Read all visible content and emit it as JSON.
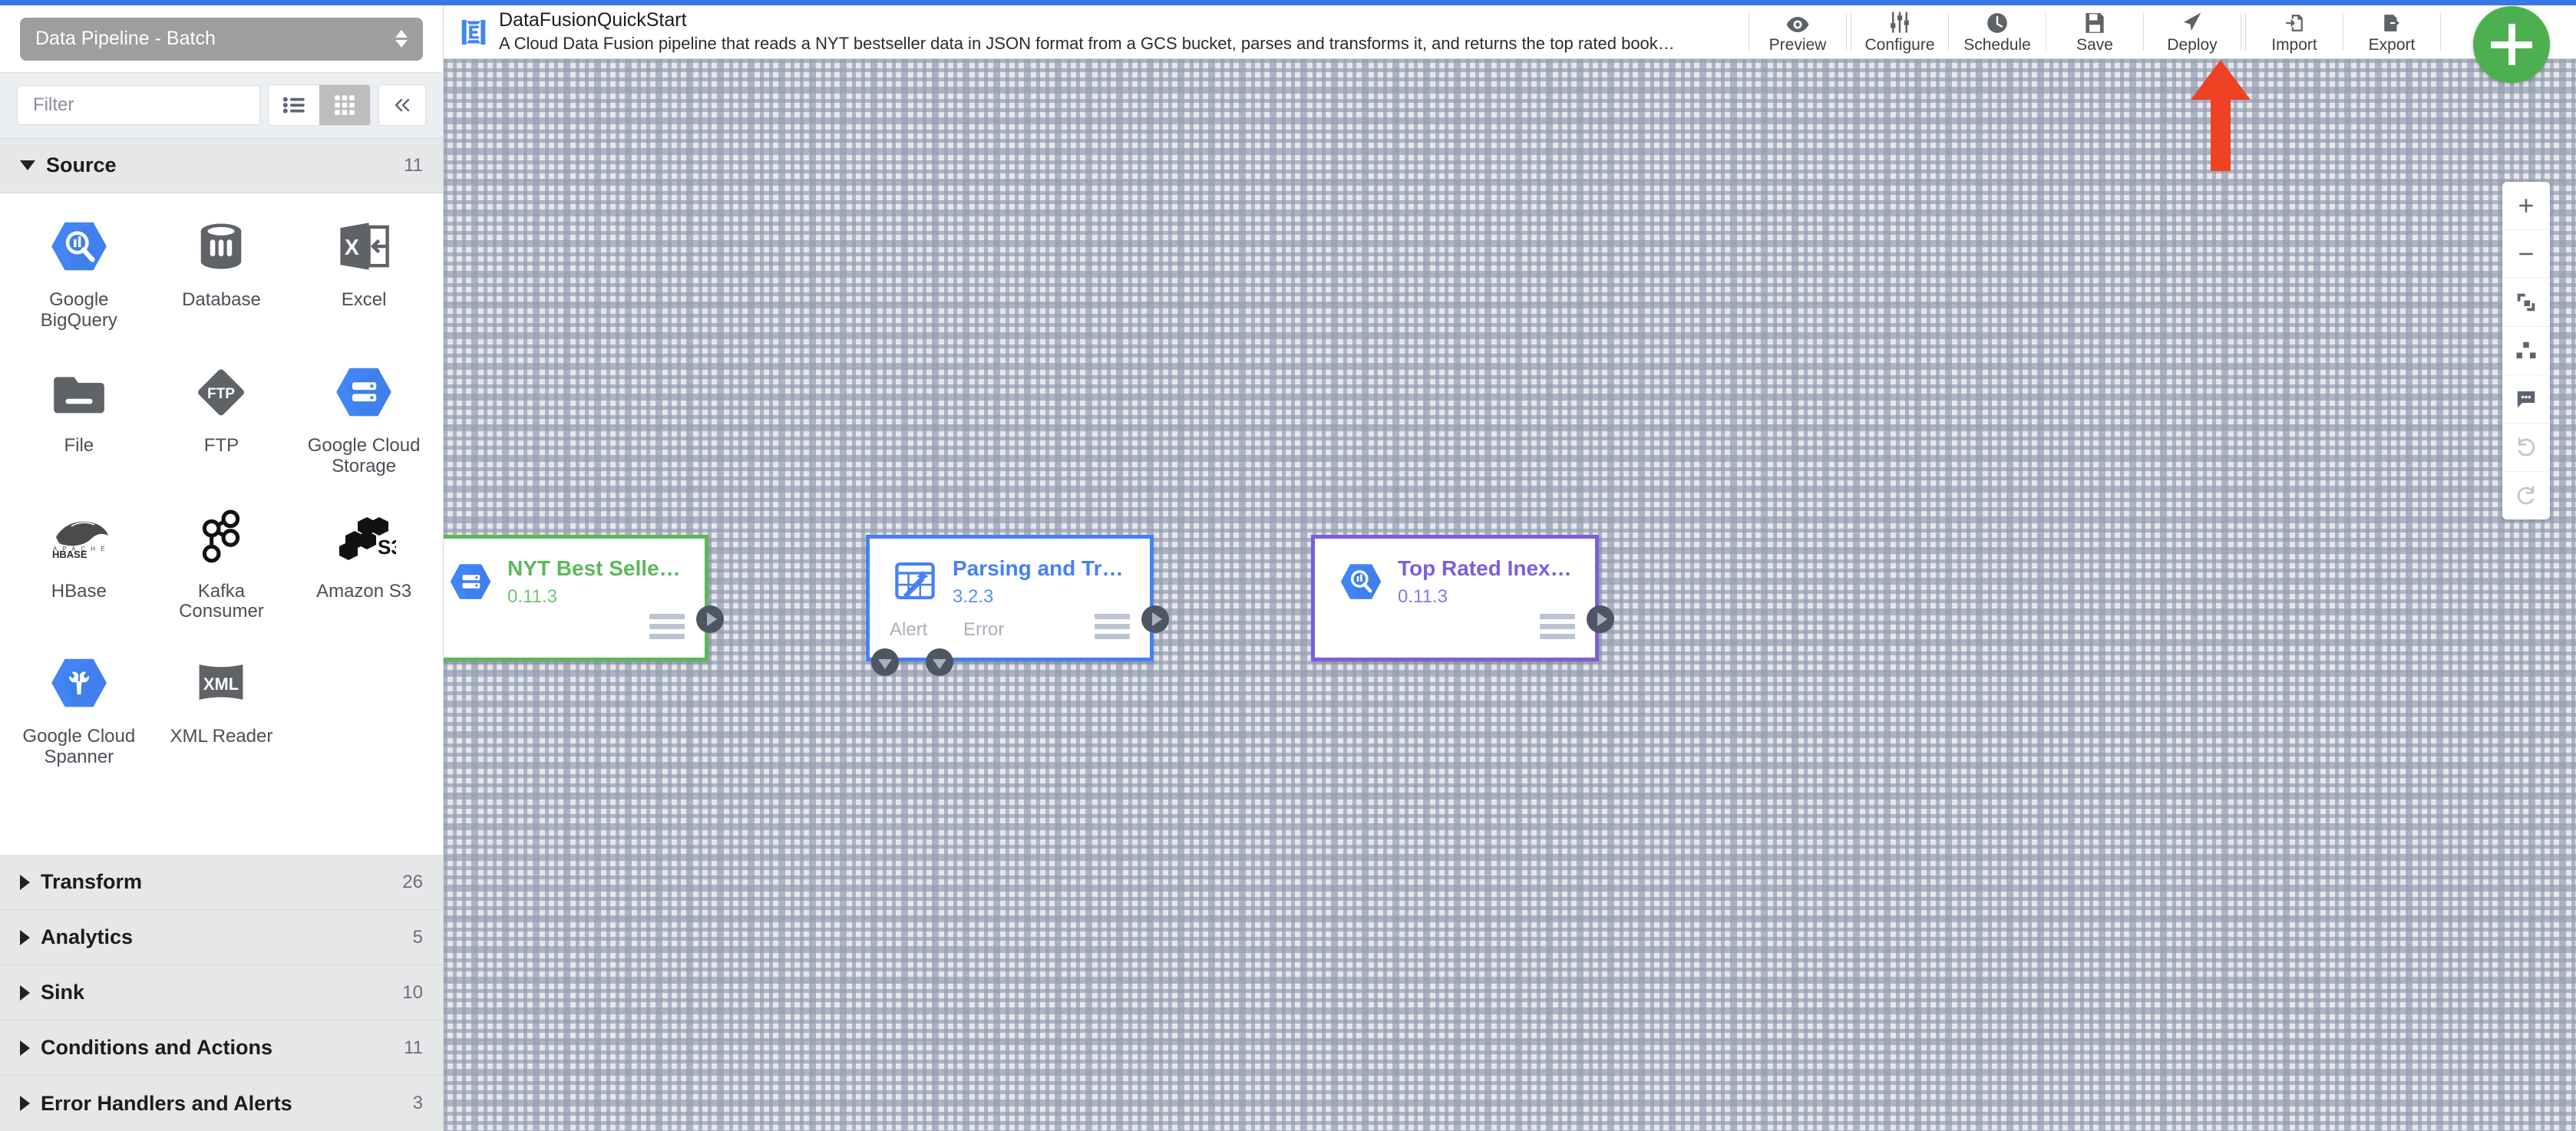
{
  "theme": {
    "accent_blue": "#3b78e7",
    "fab_green": "#4caf50",
    "node_source_green": "#5cb85c",
    "node_transform_blue": "#4681f4",
    "node_sink_purple": "#7c5fdb",
    "annotation_red": "#ef4123"
  },
  "sidebar": {
    "pipeline_type": "Data Pipeline - Batch",
    "filter_placeholder": "Filter",
    "view_list_icon": "list-view-icon",
    "view_grid_icon": "grid-view-icon",
    "collapse_icon": "double-chevron-left-icon",
    "groups": [
      {
        "label": "Source",
        "count": "11",
        "expanded": true
      },
      {
        "label": "Transform",
        "count": "26",
        "expanded": false
      },
      {
        "label": "Analytics",
        "count": "5",
        "expanded": false
      },
      {
        "label": "Sink",
        "count": "10",
        "expanded": false
      },
      {
        "label": "Conditions and Actions",
        "count": "11",
        "expanded": false
      },
      {
        "label": "Error Handlers and Alerts",
        "count": "3",
        "expanded": false
      }
    ],
    "plugins": [
      {
        "name": "Google BigQuery",
        "icon": "google-bigquery-icon"
      },
      {
        "name": "Database",
        "icon": "database-icon"
      },
      {
        "name": "Excel",
        "icon": "excel-icon"
      },
      {
        "name": "File",
        "icon": "file-folder-icon"
      },
      {
        "name": "FTP",
        "icon": "ftp-icon"
      },
      {
        "name": "Google Cloud Storage",
        "icon": "google-cloud-storage-icon"
      },
      {
        "name": "HBase",
        "icon": "hbase-icon"
      },
      {
        "name": "Kafka Consumer",
        "icon": "kafka-icon"
      },
      {
        "name": "Amazon S3",
        "icon": "amazon-s3-icon"
      },
      {
        "name": "Google Cloud Spanner",
        "icon": "google-cloud-spanner-icon"
      },
      {
        "name": "XML Reader",
        "icon": "xml-reader-icon"
      }
    ]
  },
  "header": {
    "logo_icon": "cdap-logo-icon",
    "pipeline_name": "DataFusionQuickStart",
    "pipeline_description": "A Cloud Data Fusion pipeline that reads a NYT bestseller data in JSON format from a GCS bucket, parses and transforms it, and returns the top rated book…",
    "tools": [
      {
        "label": "Preview",
        "icon": "eye-icon"
      },
      {
        "label": "Configure",
        "icon": "sliders-icon"
      },
      {
        "label": "Schedule",
        "icon": "clock-icon"
      },
      {
        "label": "Save",
        "icon": "floppy-disk-icon"
      },
      {
        "label": "Deploy",
        "icon": "paper-plane-icon"
      },
      {
        "label": "Import",
        "icon": "import-arrow-icon"
      },
      {
        "label": "Export",
        "icon": "export-arrow-icon"
      }
    ],
    "fab_icon": "add-plugin-fab-icon"
  },
  "canvas": {
    "controls": [
      {
        "name": "zoom-in",
        "icon": "plus-icon",
        "enabled": true
      },
      {
        "name": "zoom-out",
        "icon": "minus-icon",
        "enabled": true
      },
      {
        "name": "fit-to-screen",
        "icon": "fit-screen-icon",
        "enabled": true
      },
      {
        "name": "auto-align",
        "icon": "align-nodes-icon",
        "enabled": true
      },
      {
        "name": "comments",
        "icon": "comment-icon",
        "enabled": true
      },
      {
        "name": "undo",
        "icon": "undo-icon",
        "enabled": false
      },
      {
        "name": "redo",
        "icon": "redo-icon",
        "enabled": false
      }
    ],
    "nodes": [
      {
        "id": "node-source",
        "title": "NYT Best Selle…",
        "version": "0.11.3",
        "icon": "google-cloud-storage-icon",
        "type": "source",
        "endpoints": []
      },
      {
        "id": "node-transform",
        "title": "Parsing and Tr…",
        "version": "3.2.3",
        "icon": "wrangler-icon",
        "type": "transform",
        "endpoints": [
          "Alert",
          "Error"
        ]
      },
      {
        "id": "node-sink",
        "title": "Top Rated Inex…",
        "version": "0.11.3",
        "icon": "google-bigquery-icon",
        "type": "sink",
        "endpoints": []
      }
    ],
    "connections": [
      {
        "from": "node-source",
        "to": "node-transform"
      },
      {
        "from": "node-transform",
        "to": "node-sink"
      }
    ],
    "annotation": {
      "name": "red-arrow-pointing-to-deploy",
      "points_to": "Deploy"
    }
  }
}
